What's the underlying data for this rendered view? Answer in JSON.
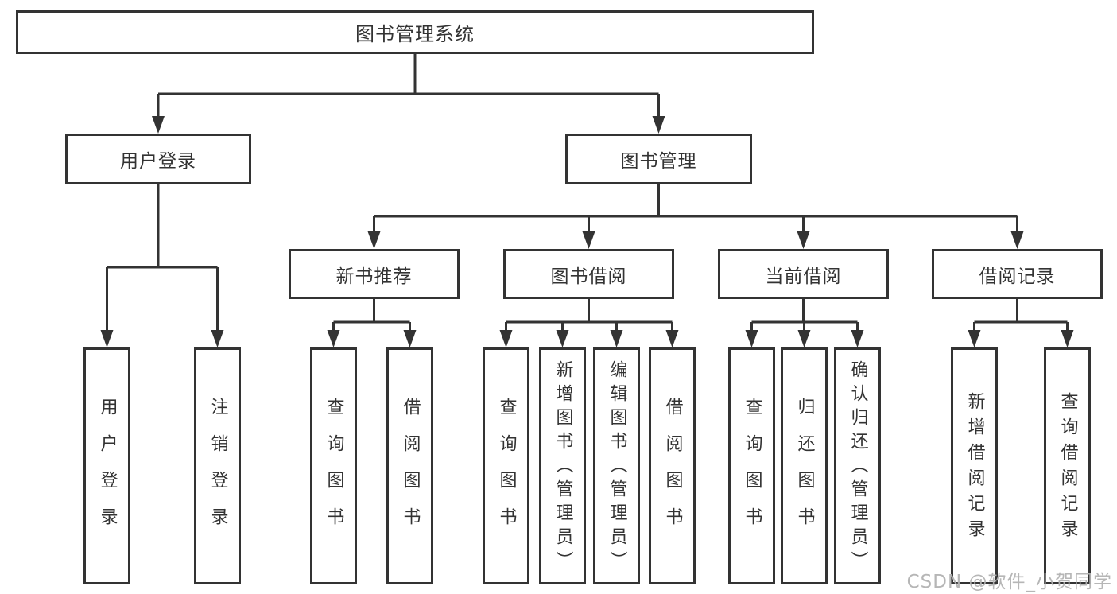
{
  "colors": {
    "line": "#333333",
    "text": "#333333",
    "background": "#ffffff",
    "watermark": "#b2b2b2"
  },
  "watermark": "CSDN @软件_小贺同学",
  "tree": {
    "label": "图书管理系统",
    "children": [
      {
        "label": "用户登录",
        "children": [
          {
            "label": "用户登录"
          },
          {
            "label": "注销登录"
          }
        ]
      },
      {
        "label": "图书管理",
        "children": [
          {
            "label": "新书推荐",
            "children": [
              {
                "label": "查询图书"
              },
              {
                "label": "借阅图书"
              }
            ]
          },
          {
            "label": "图书借阅",
            "children": [
              {
                "label": "查询图书"
              },
              {
                "label": "新增图书（管理员）"
              },
              {
                "label": "编辑图书（管理员）"
              },
              {
                "label": "借阅图书"
              }
            ]
          },
          {
            "label": "当前借阅",
            "children": [
              {
                "label": "查询图书"
              },
              {
                "label": "归还图书"
              },
              {
                "label": "确认归还（管理员）"
              }
            ]
          },
          {
            "label": "借阅记录",
            "children": [
              {
                "label": "新增借阅记录"
              },
              {
                "label": "查询借阅记录"
              }
            ]
          }
        ]
      }
    ]
  }
}
